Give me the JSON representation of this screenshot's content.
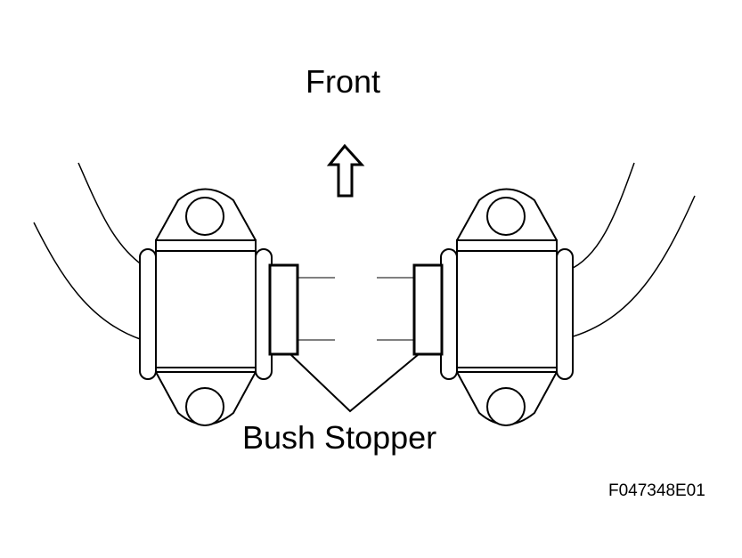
{
  "labels": {
    "front": "Front",
    "bush_stopper": "Bush Stopper",
    "figure_code": "F047348E01"
  },
  "colors": {
    "line": "#000000",
    "background": "#ffffff"
  },
  "icons": {
    "direction": "arrow-up-icon"
  }
}
